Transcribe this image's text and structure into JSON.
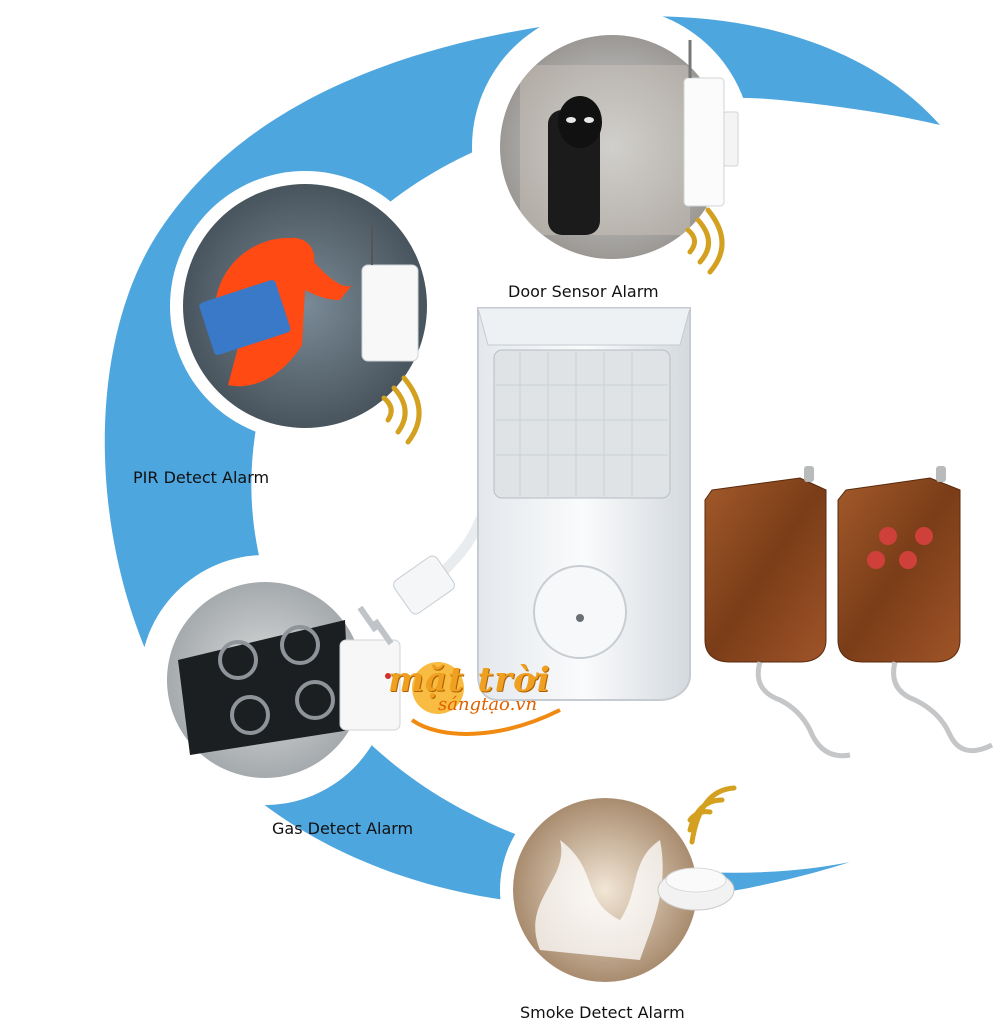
{
  "labels": {
    "door": "Door Sensor Alarm",
    "pir": "PIR Detect Alarm",
    "gas": "Gas Detect Alarm",
    "smoke": "Smoke Detect Alarm"
  },
  "brand": {
    "line1": "mặt trời",
    "line2": "sángtạo.vn"
  },
  "colors": {
    "swoosh": "#4ea6df",
    "device": "#f2f4f6",
    "remote_wood": "#8a4a22",
    "remote_button": "#d0403a",
    "signal": "#d4a020"
  }
}
